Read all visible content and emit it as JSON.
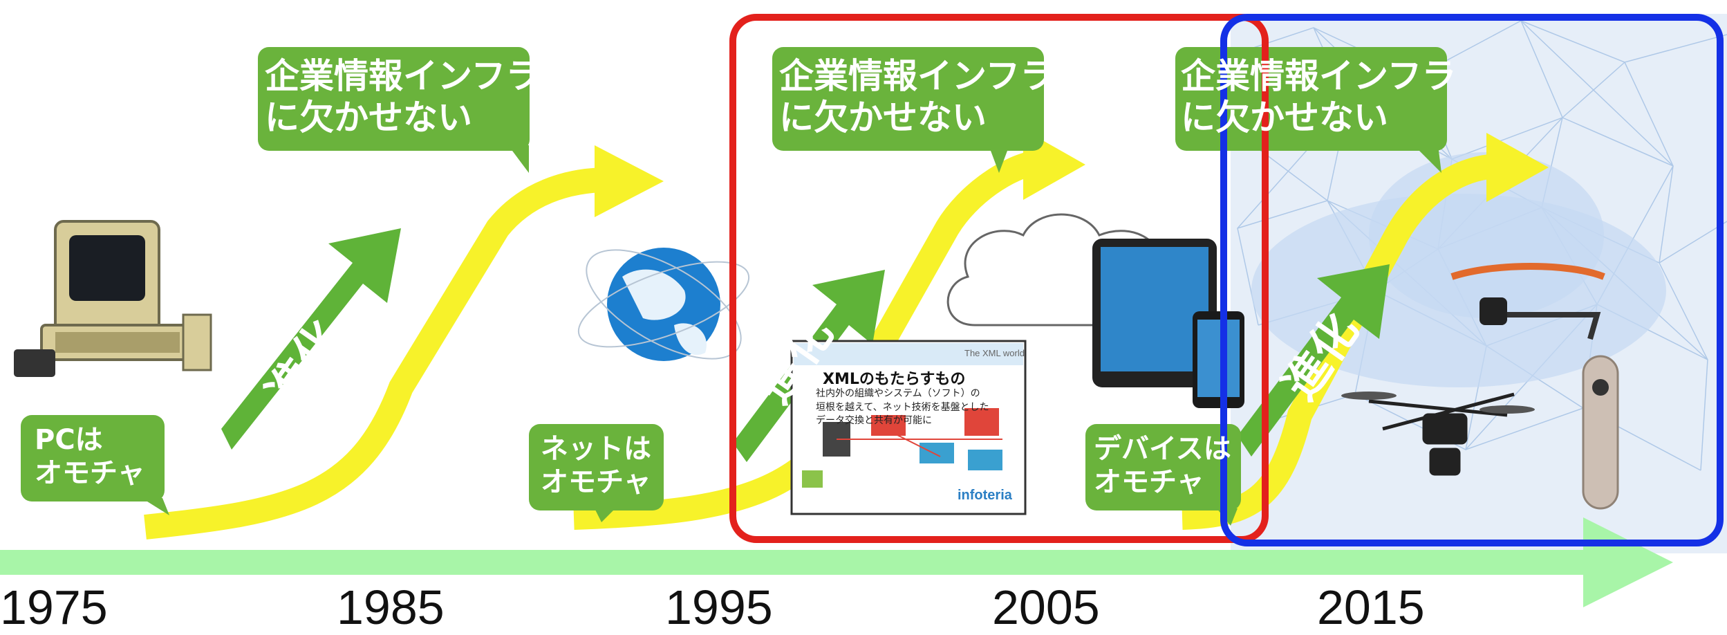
{
  "bubbles": {
    "corp_1": {
      "line1": "企業情報インフラ",
      "line2": "に欠かせない"
    },
    "corp_2": {
      "line1": "企業情報インフラ",
      "line2": "に欠かせない"
    },
    "corp_3": {
      "line1": "企業情報インフラ",
      "line2": "に欠かせない"
    },
    "pc": {
      "line1": "PCは",
      "line2": "オモチャ"
    },
    "net": {
      "line1": "ネットは",
      "line2": "オモチャ"
    },
    "device": {
      "line1": "デバイスは",
      "line2": "オモチャ"
    }
  },
  "evolution_label": "進化",
  "timeline_years": [
    "1975",
    "1985",
    "1995",
    "2005",
    "2015"
  ],
  "slide": {
    "title": "XMLのもたらすもの",
    "corner": "The XML world",
    "text_lines": [
      "社内外の組織やシステム（ソフト）の",
      "垣根を越えて、ネット技術を基盤とした",
      "データ交換と共有が可能に"
    ],
    "brand": "infoteria"
  },
  "colors": {
    "bubble": "#6ab33c",
    "arrow_green": "#5fb338",
    "curve_yellow": "#f7f22a",
    "timeline": "#a8f5a8",
    "red_frame": "#e3211c",
    "blue_frame": "#1430e6"
  }
}
